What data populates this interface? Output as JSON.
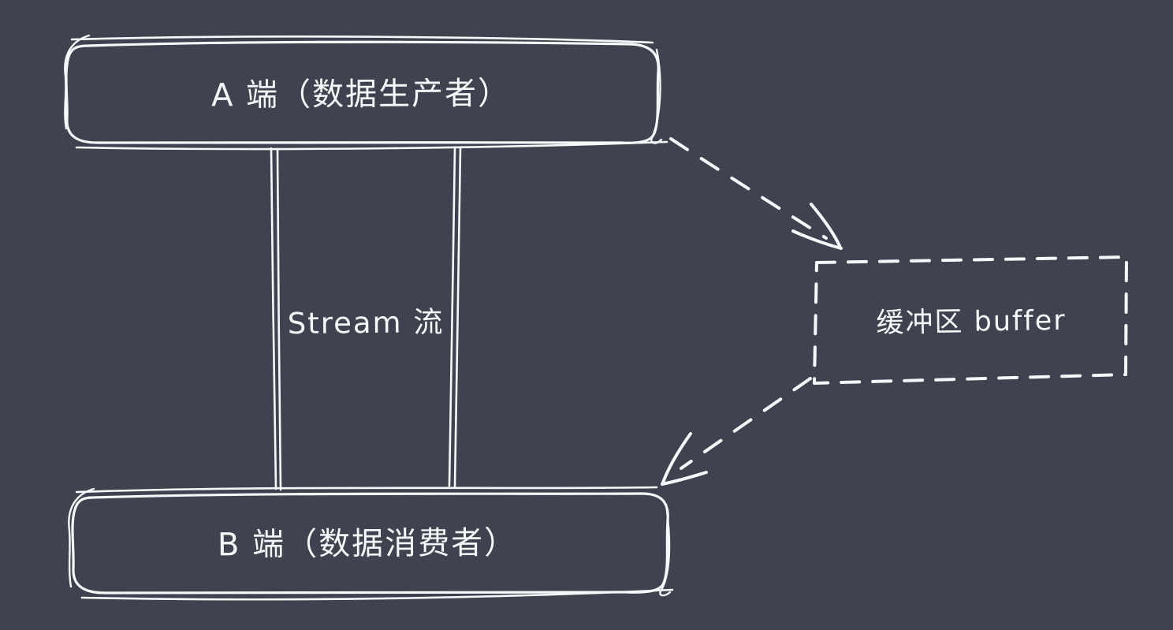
{
  "diagram": {
    "title": "stream-buffer-flow-sketch",
    "colors": {
      "background": "#3e434f",
      "stroke": "#f7f8fa"
    },
    "nodes": [
      {
        "id": "a",
        "label": "A 端（数据生产者）",
        "shape": "rounded-rect",
        "border": "solid-sketch"
      },
      {
        "id": "b",
        "label": "B 端（数据消费者）",
        "shape": "rounded-rect",
        "border": "solid-sketch"
      },
      {
        "id": "buffer",
        "label": "缓冲区 buffer",
        "shape": "rect",
        "border": "dashed"
      }
    ],
    "edges": [
      {
        "from": "a",
        "to": "b",
        "label": "Stream 流",
        "style": "double-solid-line",
        "arrow": false
      },
      {
        "from": "a",
        "to": "buffer",
        "label": "",
        "style": "dashed",
        "arrow": true
      },
      {
        "from": "buffer",
        "to": "b",
        "label": "",
        "style": "dashed",
        "arrow": true
      }
    ]
  }
}
